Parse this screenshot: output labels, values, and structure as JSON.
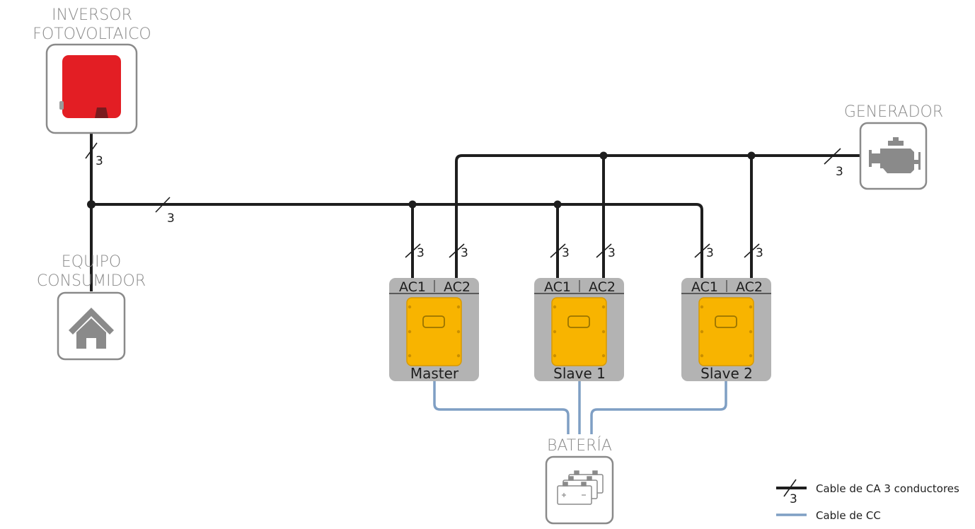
{
  "labels": {
    "inverter_line1": "INVERSOR",
    "inverter_line2": "FOTOVOLTAICO",
    "consumer_line1": "EQUIPO",
    "consumer_line2": "CONSUMIDOR",
    "generator": "GENERADOR",
    "battery": "BATERÍA"
  },
  "conductor_count": "3",
  "units": [
    {
      "name": "Master",
      "port1": "AC1",
      "port2": "AC2"
    },
    {
      "name": "Slave 1",
      "port1": "AC1",
      "port2": "AC2"
    },
    {
      "name": "Slave 2",
      "port1": "AC1",
      "port2": "AC2"
    }
  ],
  "legend": {
    "ac_cable": "Cable de CA 3 conductores",
    "ac_cable_count": "3",
    "dc_cable": "Cable de CC"
  },
  "colors": {
    "ac_cable": "#1e1e1e",
    "dc_cable": "#7f9fc4",
    "inverter": "#e31e24",
    "unit_body": "#f8b400",
    "unit_frame": "#b3b3b3",
    "icon_gray": "#8a8a8a"
  },
  "icons": {
    "inverter": "inverter-icon",
    "consumer": "house-icon",
    "generator": "engine-icon",
    "battery": "battery-icon"
  }
}
